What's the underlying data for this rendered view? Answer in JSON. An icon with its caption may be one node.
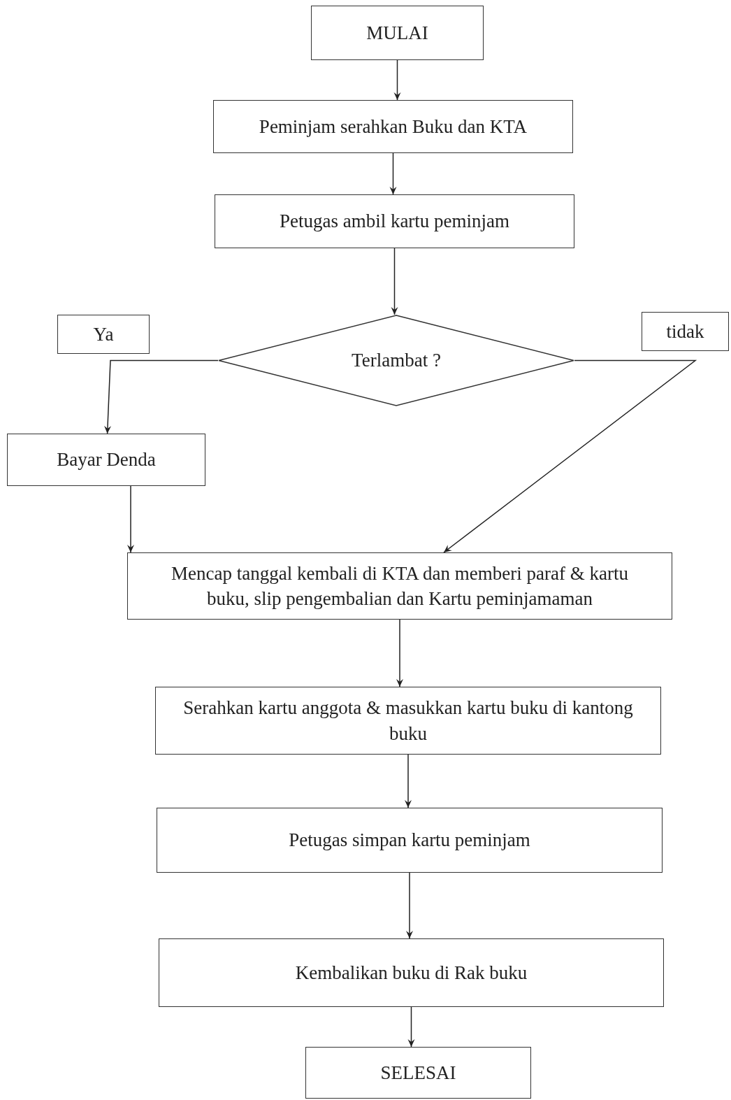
{
  "diagram": {
    "nodes": [
      {
        "text": [
          "MULAI"
        ]
      },
      {
        "text": [
          "Peminjam serahkan Buku dan KTA"
        ]
      },
      {
        "text": [
          "Petugas ambil kartu peminjam"
        ]
      },
      {
        "text": [
          "Terlambat ?"
        ]
      },
      {
        "text": [
          "Ya"
        ]
      },
      {
        "text": [
          "tidak"
        ]
      },
      {
        "text": [
          "Bayar Denda"
        ]
      },
      {
        "text": [
          "Mencap tanggal kembali di KTA dan memberi paraf & kartu buku, slip pengembalian dan Kartu peminjamaman"
        ]
      },
      {
        "text": [
          "Serahkan kartu anggota & masukkan kartu buku di kantong buku"
        ]
      },
      {
        "text": [
          "Petugas simpan kartu peminjam"
        ]
      },
      {
        "text": [
          "Kembalikan buku di Rak buku"
        ]
      },
      {
        "text": [
          "SELESAI"
        ]
      }
    ],
    "edges": [
      {
        "from": 0,
        "to": 1,
        "arrow": "to"
      },
      {
        "from": 1,
        "to": 2,
        "arrow": "to"
      },
      {
        "from": 2,
        "to": 3,
        "arrow": "to"
      },
      {
        "from": 3,
        "to": 6,
        "arrow": "to"
      },
      {
        "from": 3,
        "to": 7,
        "arrow": "to"
      },
      {
        "from": 6,
        "to": 7,
        "arrow": "to"
      },
      {
        "from": 7,
        "to": 8,
        "arrow": "to"
      },
      {
        "from": 8,
        "to": 9,
        "arrow": "to"
      },
      {
        "from": 9,
        "to": 10,
        "arrow": "to"
      },
      {
        "from": 10,
        "to": 11,
        "arrow": "to"
      }
    ]
  }
}
